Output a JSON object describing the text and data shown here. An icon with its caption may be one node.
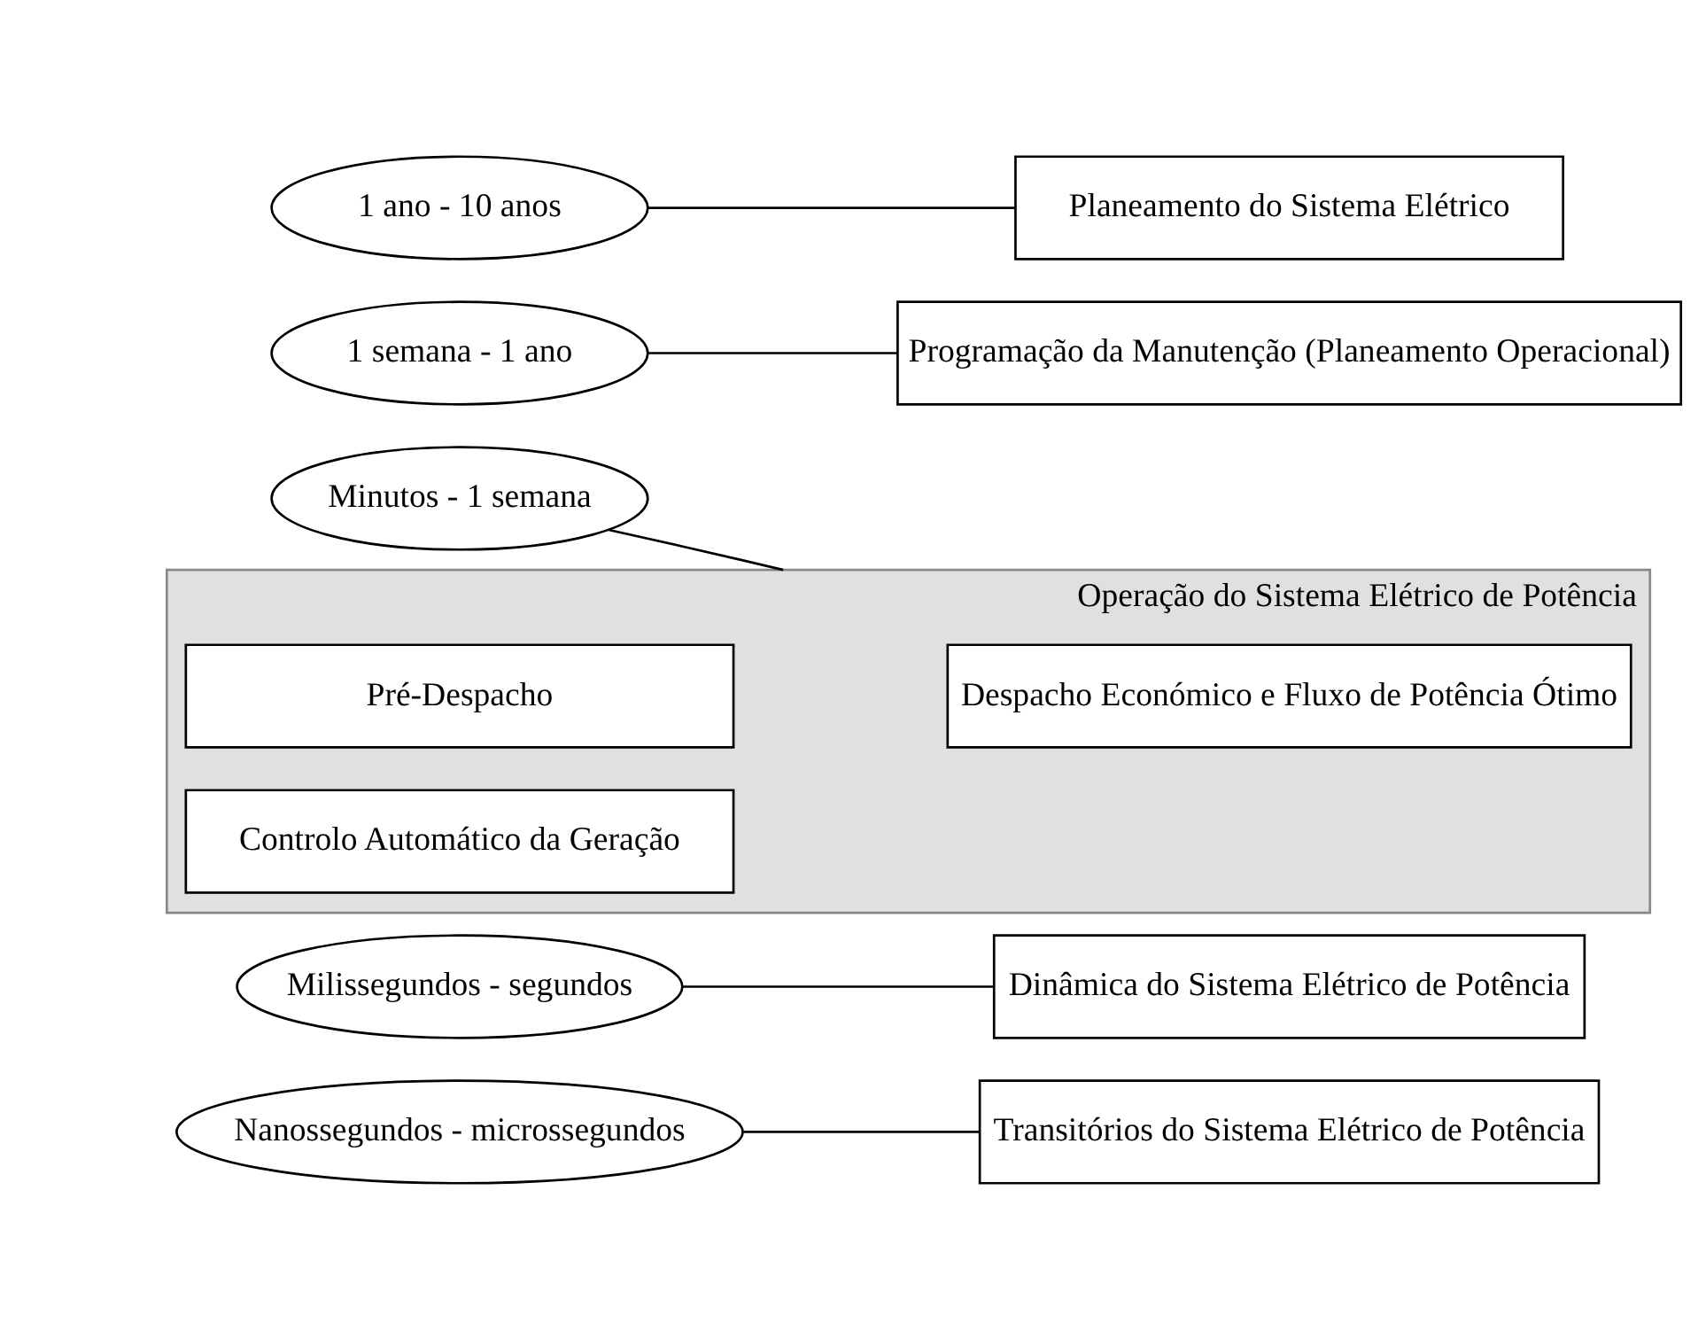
{
  "diagram": {
    "nodes": [
      {
        "text": [
          "1 ano - 10 anos"
        ]
      },
      {
        "text": [
          "Planeamento do Sistema Elétrico"
        ]
      },
      {
        "text": [
          "1 semana - 1 ano"
        ]
      },
      {
        "text": [
          "Programação da Manutenção (Planeamento Operacional)"
        ]
      },
      {
        "text": [
          "Minutos - 1 semana"
        ]
      },
      {
        "text": [
          "Operação do Sistema Elétrico de Potência"
        ]
      },
      {
        "text": [
          "Pré-Despacho"
        ],
        "in": 5
      },
      {
        "text": [
          "Despacho Económico e Fluxo de Potência Ótimo"
        ],
        "in": 5
      },
      {
        "text": [
          "Controlo Automático da Geração"
        ],
        "in": 5
      },
      {
        "text": [
          "Milissegundos - segundos"
        ]
      },
      {
        "text": [
          "Dinâmica do Sistema Elétrico de Potência"
        ]
      },
      {
        "text": [
          "Nanossegundos - microssegundos"
        ]
      },
      {
        "text": [
          "Transitórios do Sistema Elétrico de Potência"
        ]
      }
    ],
    "edges": [
      {
        "from": 0,
        "to": 1,
        "arrow": "none"
      },
      {
        "from": 2,
        "to": 3,
        "arrow": "none"
      },
      {
        "from": 4,
        "to": 5,
        "arrow": "none"
      },
      {
        "from": 9,
        "to": 10,
        "arrow": "none"
      },
      {
        "from": 11,
        "to": 12,
        "arrow": "none"
      }
    ]
  }
}
